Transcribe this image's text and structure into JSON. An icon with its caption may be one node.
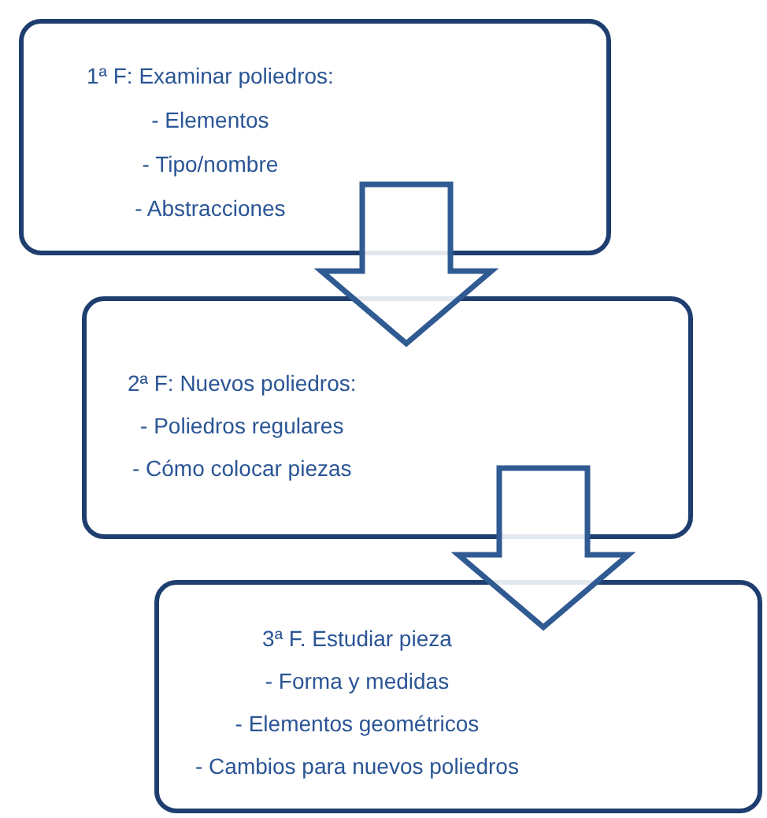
{
  "diagram": {
    "nodes": [
      {
        "text": [
          "1ª F: Examinar poliedros:",
          "- Elementos",
          "- Tipo/nombre",
          "- Abstracciones"
        ]
      },
      {
        "text": [
          "2ª F: Nuevos poliedros:",
          "- Poliedros regulares",
          "- Cómo colocar piezas"
        ]
      },
      {
        "text": [
          "3ª F. Estudiar pieza",
          "- Forma y medidas",
          "- Elementos geométricos",
          "- Cambios para nuevos poliedros"
        ]
      }
    ],
    "edges": [
      {
        "from": 0,
        "to": 1,
        "arrow": "to"
      },
      {
        "from": 1,
        "to": 2,
        "arrow": "to"
      }
    ]
  }
}
